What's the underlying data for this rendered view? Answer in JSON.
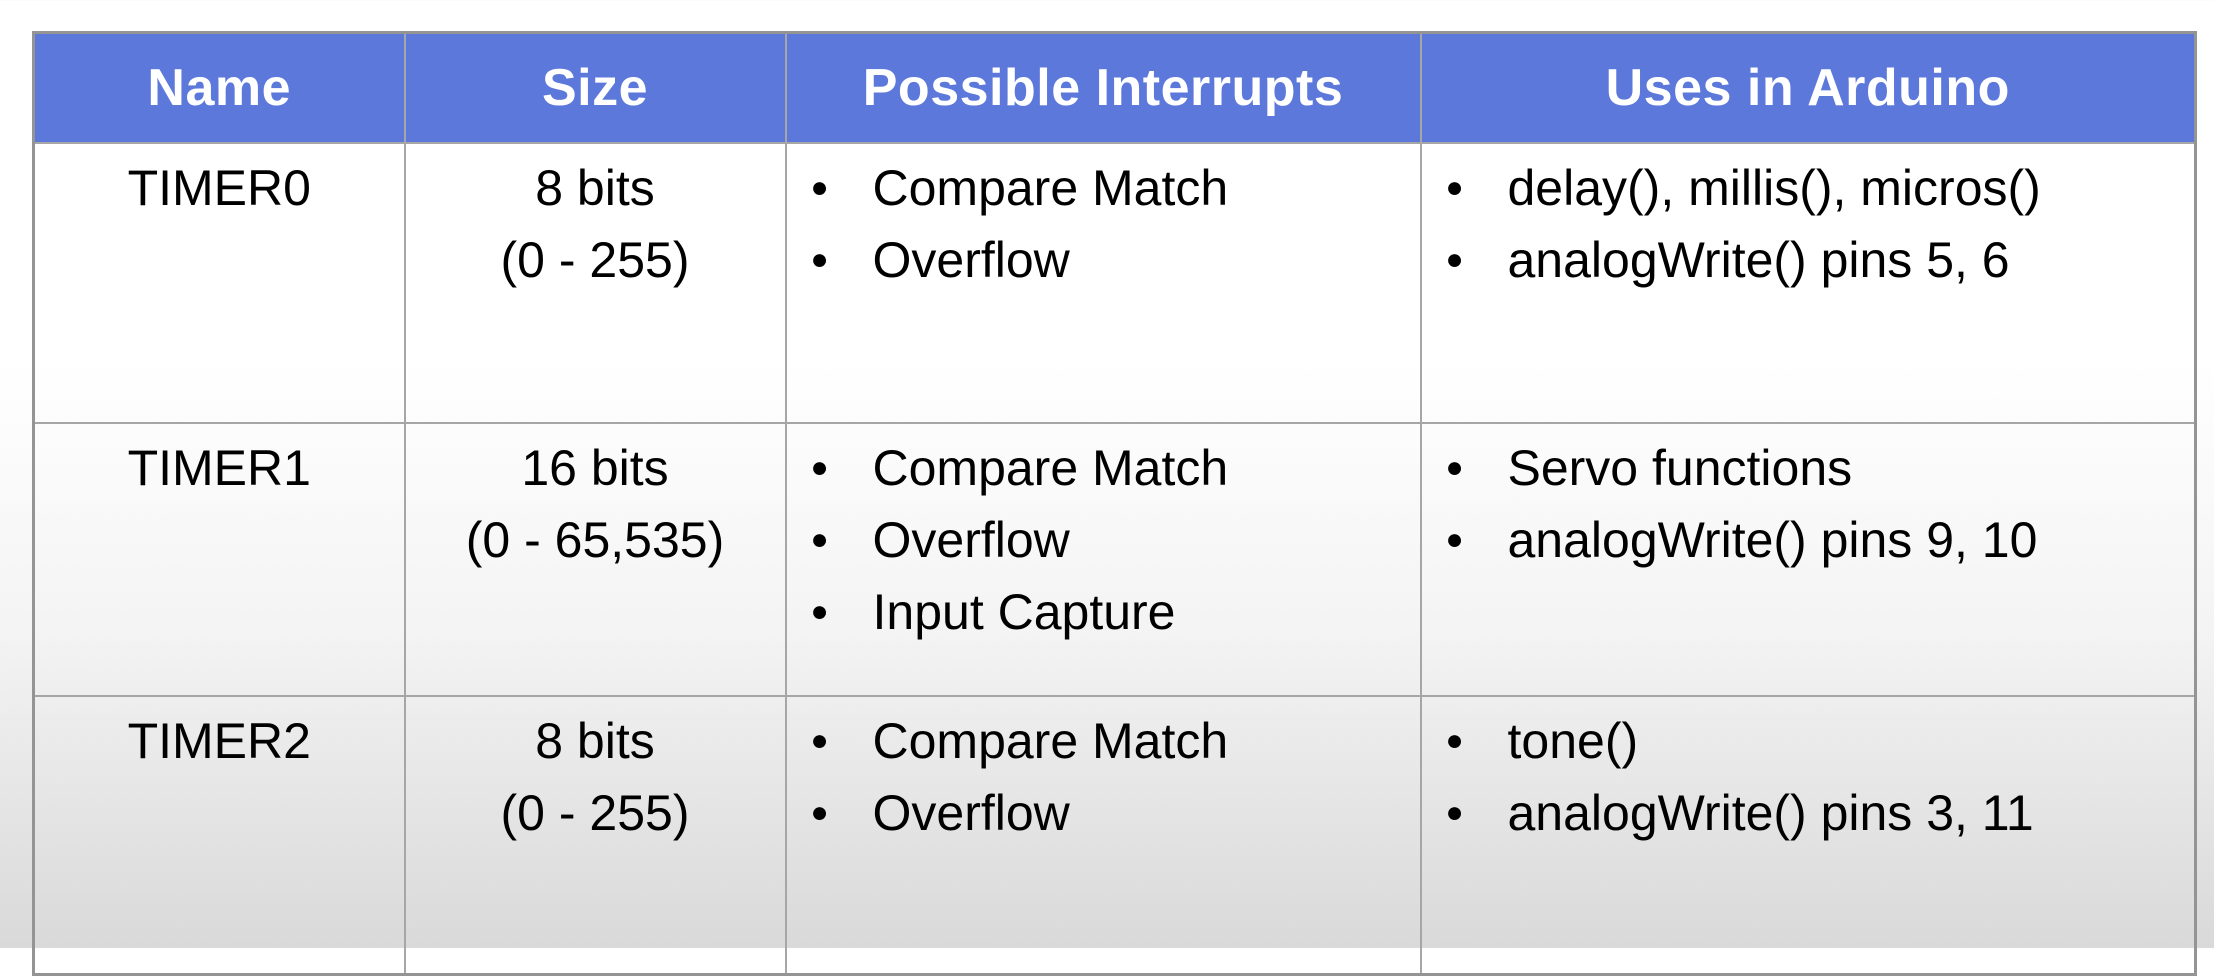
{
  "table": {
    "headers": [
      "Name",
      "Size",
      "Possible Interrupts",
      "Uses in Arduino"
    ],
    "rows": [
      {
        "name": "TIMER0",
        "size": [
          "8 bits",
          "(0 - 255)"
        ],
        "interrupts": [
          "Compare Match",
          "Overflow"
        ],
        "uses": [
          "delay(), millis(), micros()",
          "analogWrite() pins 5, 6"
        ]
      },
      {
        "name": "TIMER1",
        "size": [
          "16 bits",
          "(0 - 65,535)"
        ],
        "interrupts": [
          "Compare Match",
          "Overflow",
          "Input Capture"
        ],
        "uses": [
          "Servo functions",
          "analogWrite() pins 9, 10"
        ]
      },
      {
        "name": "TIMER2",
        "size": [
          "8 bits",
          "(0 - 255)"
        ],
        "interrupts": [
          "Compare Match",
          "Overflow"
        ],
        "uses": [
          "tone()",
          "analogWrite() pins 3, 11"
        ]
      }
    ]
  },
  "colors": {
    "header_bg": "#5c78db",
    "header_text": "#ffffff",
    "body_text": "#000000",
    "border": "#a6a6a6",
    "outer_border": "#949494"
  }
}
